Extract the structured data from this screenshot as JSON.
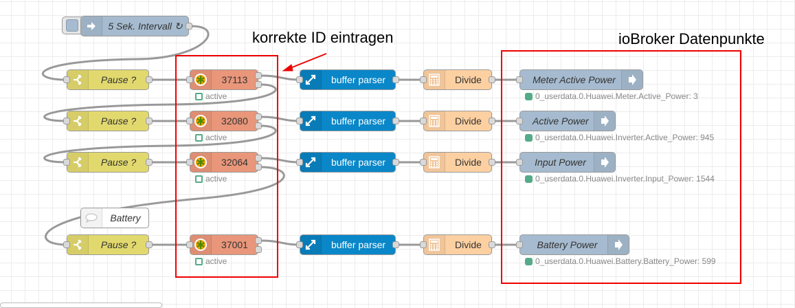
{
  "annotations": {
    "id_hint": "korrekte ID eintragen",
    "iobroker_hint": "ioBroker Datenpunkte"
  },
  "inject": {
    "label": "5 Sek. Intervall ↻",
    "icon": "arrow-right-icon"
  },
  "comment": {
    "label": "Battery",
    "icon": "speech-bubble-icon"
  },
  "rows": [
    {
      "switch_label": "Pause ?",
      "modbus_id": "37113",
      "modbus_status": "active",
      "parser_label": "buffer parser",
      "divide_label": "Divide",
      "iobroker_label": "Meter Active Power",
      "iobroker_status": "0_userdata.0.Huawei.Meter.Active_Power: 3"
    },
    {
      "switch_label": "Pause ?",
      "modbus_id": "32080",
      "modbus_status": "active",
      "parser_label": "buffer parser",
      "divide_label": "Divide",
      "iobroker_label": "Active Power",
      "iobroker_status": "0_userdata.0.Huawei.Inverter.Active_Power: 945"
    },
    {
      "switch_label": "Pause ?",
      "modbus_id": "32064",
      "modbus_status": "active",
      "parser_label": "buffer parser",
      "divide_label": "Divide",
      "iobroker_label": "Input Power",
      "iobroker_status": "0_userdata.0.Huawei.Inverter.Input_Power: 1544"
    },
    {
      "switch_label": "Pause ?",
      "modbus_id": "37001",
      "modbus_status": "active",
      "parser_label": "buffer parser",
      "divide_label": "Divide",
      "iobroker_label": "Battery Power",
      "iobroker_status": "0_userdata.0.Huawei.Battery.Battery_Power: 599"
    }
  ],
  "colors": {
    "inject": "#a6bbcf",
    "switch": "#e2d96e",
    "modbus": "#e9967a",
    "buffer_parser": "#0a87c8",
    "divide": "#fdd0a2",
    "iobroker_out": "#a6bbcf",
    "status_ok": "#55aa88",
    "annotation_box": "#ee0000"
  }
}
